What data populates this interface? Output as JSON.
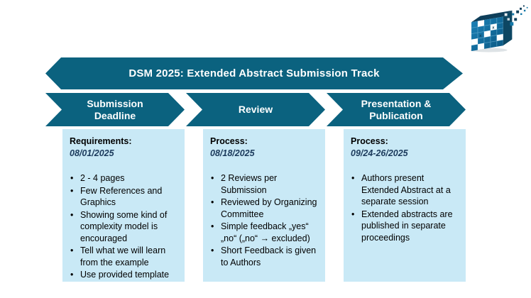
{
  "colors": {
    "dark_blue": "#0b627f",
    "light_blue": "#c9e9f6",
    "date_text": "#1b3a5c",
    "logo_navy": "#0e3e5a",
    "logo_blue": "#1478a8"
  },
  "banner": {
    "title": "DSM 2025: Extended Abstract Submission Track"
  },
  "columns": [
    {
      "chevron_label": "Submission\nDeadline",
      "heading": "Requirements:",
      "date": "08/01/2025",
      "bullets": [
        "2 - 4 pages",
        "Few References and Graphics",
        "Showing some kind of complexity model is encouraged",
        "Tell what we will learn from the example",
        "Use provided template"
      ]
    },
    {
      "chevron_label": "Review",
      "heading": "Process:",
      "date": "08/18/2025",
      "bullets": [
        "2 Reviews per Submission",
        "Reviewed by Organizing Committee",
        "Simple feedback „yes“ „no“ („no“ → excluded)",
        "Short Feedback is given to Authors"
      ]
    },
    {
      "chevron_label": "Presentation &\nPublication",
      "heading": "Process:",
      "date": "09/24-26/2025",
      "bullets": [
        "Authors present Extended Abstract at a separate session",
        "Extended abstracts are published in separate proceedings"
      ]
    }
  ]
}
